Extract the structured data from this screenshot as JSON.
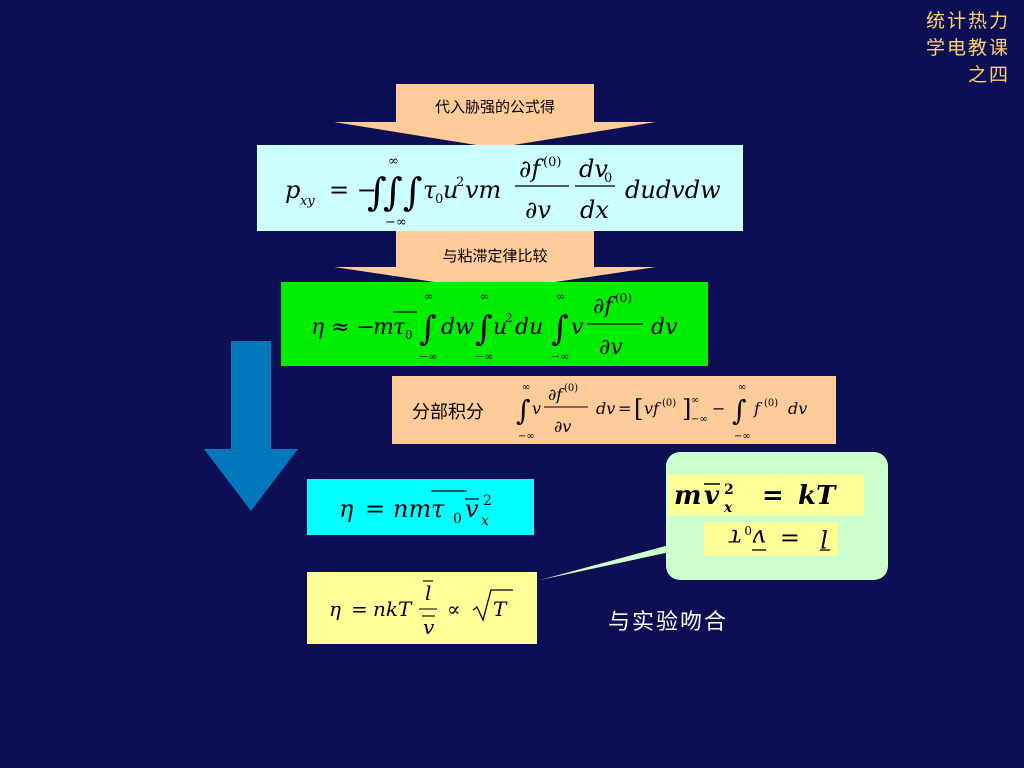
{
  "corner_title": [
    "统计热力",
    "学电教课",
    "之四"
  ],
  "step_labels": {
    "substitute": "代入胁强的公式得",
    "compare": "与粘滞定律比较",
    "integrate_by_parts": "分部积分"
  },
  "result_note": "与实验吻合",
  "colors": {
    "background": "#0d0f55",
    "arrow_fill": "#ffcc99",
    "eq1_box": "#ccffff",
    "eq2_box": "#00ee00",
    "parts_box": "#ffcc99",
    "eq3_box": "#00ffff",
    "eq4_box": "#ffff99",
    "callout": "#ccffcc",
    "down_arrow": "#0077bb",
    "corner_text": "#ffd070"
  },
  "icons": {
    "down_arrow": "arrow-down-icon"
  }
}
